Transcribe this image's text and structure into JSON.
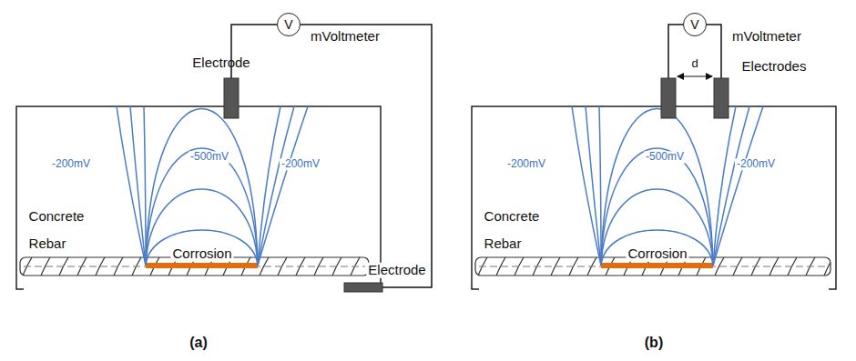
{
  "diagram": {
    "nodes": [
      {
        "text": [
          "V"
        ]
      },
      {
        "text": [
          "V"
        ]
      }
    ],
    "labels": [
      "mVoltmeter",
      "Electrode",
      "-200mV",
      "-500mV",
      "-200mV",
      "Concrete",
      "Rebar",
      "Corrosion",
      "Electrode",
      "(a)",
      "mVoltmeter",
      "d",
      "Electrodes",
      "-200mV",
      "-500mV",
      "-200mV",
      "Concrete",
      "Rebar",
      "Corrosion",
      "(b)"
    ]
  }
}
